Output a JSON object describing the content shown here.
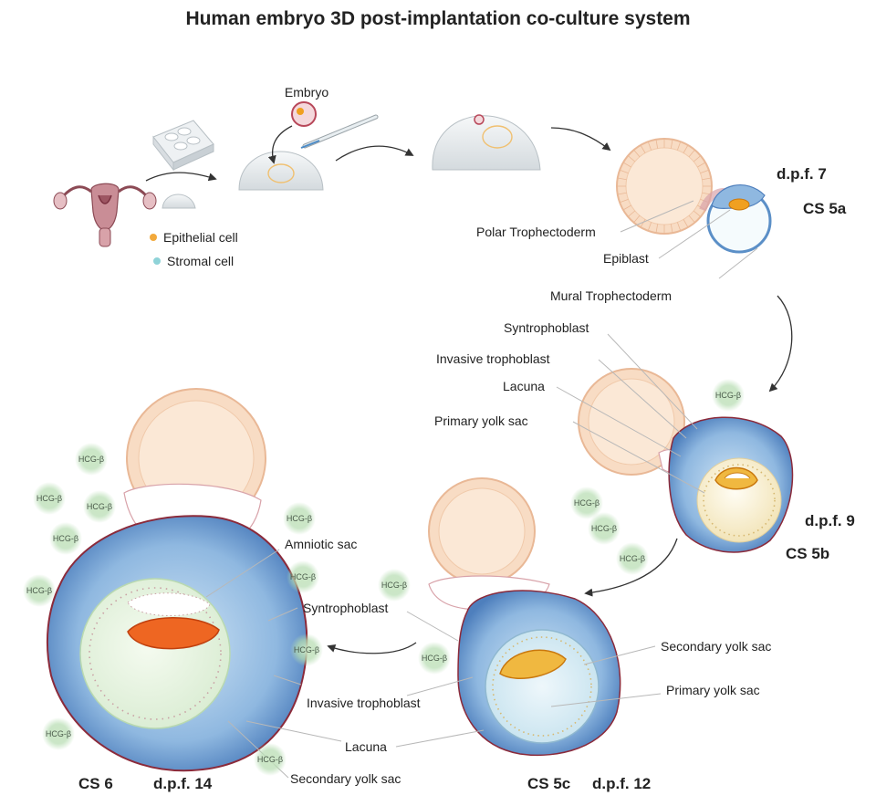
{
  "title": "Human embryo 3D post-implantation co-culture system",
  "setup": {
    "embryo_label": "Embryo",
    "legend": [
      {
        "label": "Epithelial cell",
        "color": "#f2a93b"
      },
      {
        "label": "Stromal cell",
        "color": "#8fd3d8"
      }
    ]
  },
  "hcg_label": "HCG-β",
  "stages": {
    "cs5a": {
      "stage": "CS 5a",
      "dpf": "d.p.f. 7",
      "labels": [
        "Polar Trophectoderm",
        "Epiblast",
        "Mural Trophectoderm"
      ]
    },
    "cs5b": {
      "stage": "CS 5b",
      "dpf": "d.p.f. 9",
      "labels": [
        "Syntrophoblast",
        "Invasive trophoblast",
        "Lacuna",
        "Primary yolk sac"
      ]
    },
    "cs5c": {
      "stage": "CS 5c",
      "dpf": "d.p.f. 12",
      "labels": [
        "Secondary yolk sac",
        "Primary yolk sac"
      ]
    },
    "cs6": {
      "stage": "CS 6",
      "dpf": "d.p.f. 14",
      "labels": [
        "Amniotic sac",
        "Syntrophoblast",
        "Invasive trophoblast",
        "Lacuna",
        "Secondary yolk sac"
      ]
    }
  },
  "colors": {
    "endometrium": "#f8dcc4",
    "trophoblast": "#5b8fc7",
    "yolk_sac": "#f7edc9",
    "epiblast": "#f0a020",
    "hcg_glow": "#b5dcb0",
    "dome": "#e8ecef"
  }
}
